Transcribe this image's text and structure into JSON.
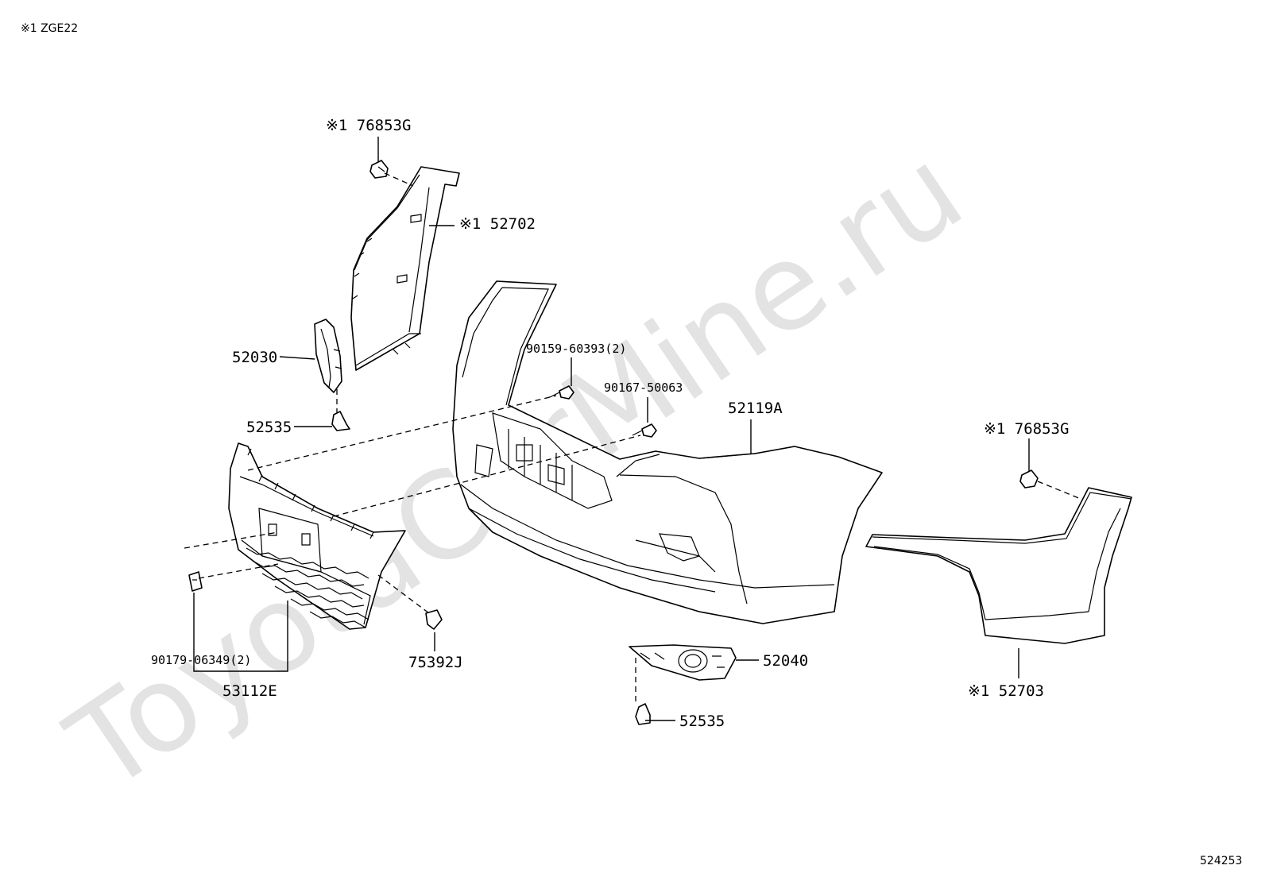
{
  "header_note": "※1 ZGE22",
  "footer_code": "524253",
  "watermark": "ToyotaCarMine.ru",
  "callouts": {
    "c_76853g_top": "※1 76853G",
    "c_52702": "※1 52702",
    "c_52030": "52030",
    "c_52535_left": "52535",
    "c_90159": "90159-60393(2)",
    "c_90167": "90167-50063",
    "c_52119a": "52119A",
    "c_76853g_right": "※1 76853G",
    "c_90179": "90179-06349(2)",
    "c_53112e": "53112E",
    "c_75392j": "75392J",
    "c_52040": "52040",
    "c_52535_bottom": "52535",
    "c_52703": "※1 52703"
  }
}
